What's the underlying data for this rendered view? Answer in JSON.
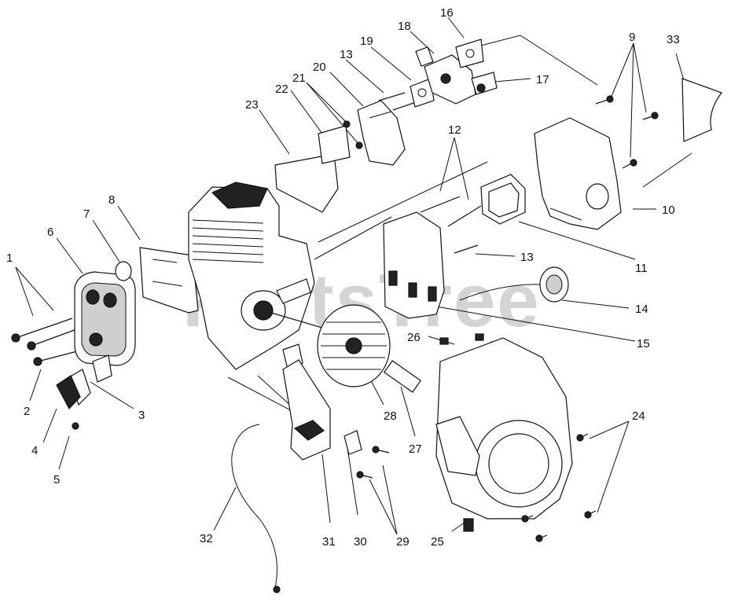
{
  "diagram": {
    "watermark": "PartsTree",
    "part_labels": {
      "p1": "1",
      "p2": "2",
      "p3": "3",
      "p4": "4",
      "p5": "5",
      "p6": "6",
      "p7": "7",
      "p8": "8",
      "p9": "9",
      "p10": "10",
      "p11": "11",
      "p12": "12",
      "p13a": "13",
      "p13b": "13",
      "p14": "14",
      "p15": "15",
      "p16": "16",
      "p17": "17",
      "p18": "18",
      "p19": "19",
      "p20": "20",
      "p21": "21",
      "p22": "22",
      "p23": "23",
      "p24": "24",
      "p25": "25",
      "p26": "26",
      "p27": "27",
      "p28": "28",
      "p29": "29",
      "p30": "30",
      "p31": "31",
      "p32": "32",
      "p33": "33"
    }
  }
}
